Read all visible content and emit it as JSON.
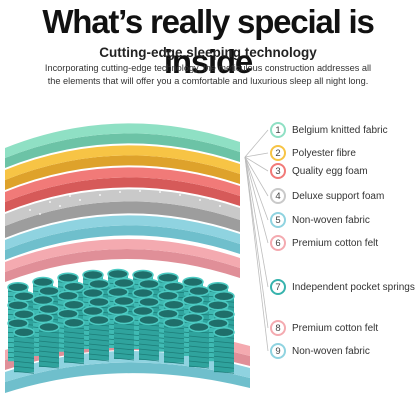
{
  "headline": "What’s really special is inside",
  "subheading": "Cutting-edge sleeping technology",
  "description_lines": [
    "Incorporating cutting-edge technology, the meticulous construction addresses all",
    "the elements that will offer you a comfortable and luxurious sleep all night long."
  ],
  "layers": [
    {
      "number": "1",
      "label": "Belgium knitted fabric",
      "color": "#8fe0c4"
    },
    {
      "number": "2",
      "label": "Polyester fibre",
      "color": "#f7c445"
    },
    {
      "number": "3",
      "label": "Quality egg foam",
      "color": "#f17a78"
    },
    {
      "number": "4",
      "label": "Deluxe support foam",
      "color": "#c9c9c9"
    },
    {
      "number": "5",
      "label": "Non-woven fabric",
      "color": "#8fd3e0"
    },
    {
      "number": "6",
      "label": "Premium cotton felt",
      "color": "#f4aab0"
    },
    {
      "number": "7",
      "label": "Independent pocket springs",
      "color": "#37b3ad"
    },
    {
      "number": "8",
      "label": "Premium cotton felt",
      "color": "#f4aab0"
    },
    {
      "number": "9",
      "label": "Non-woven fabric",
      "color": "#8fd3e0"
    }
  ]
}
